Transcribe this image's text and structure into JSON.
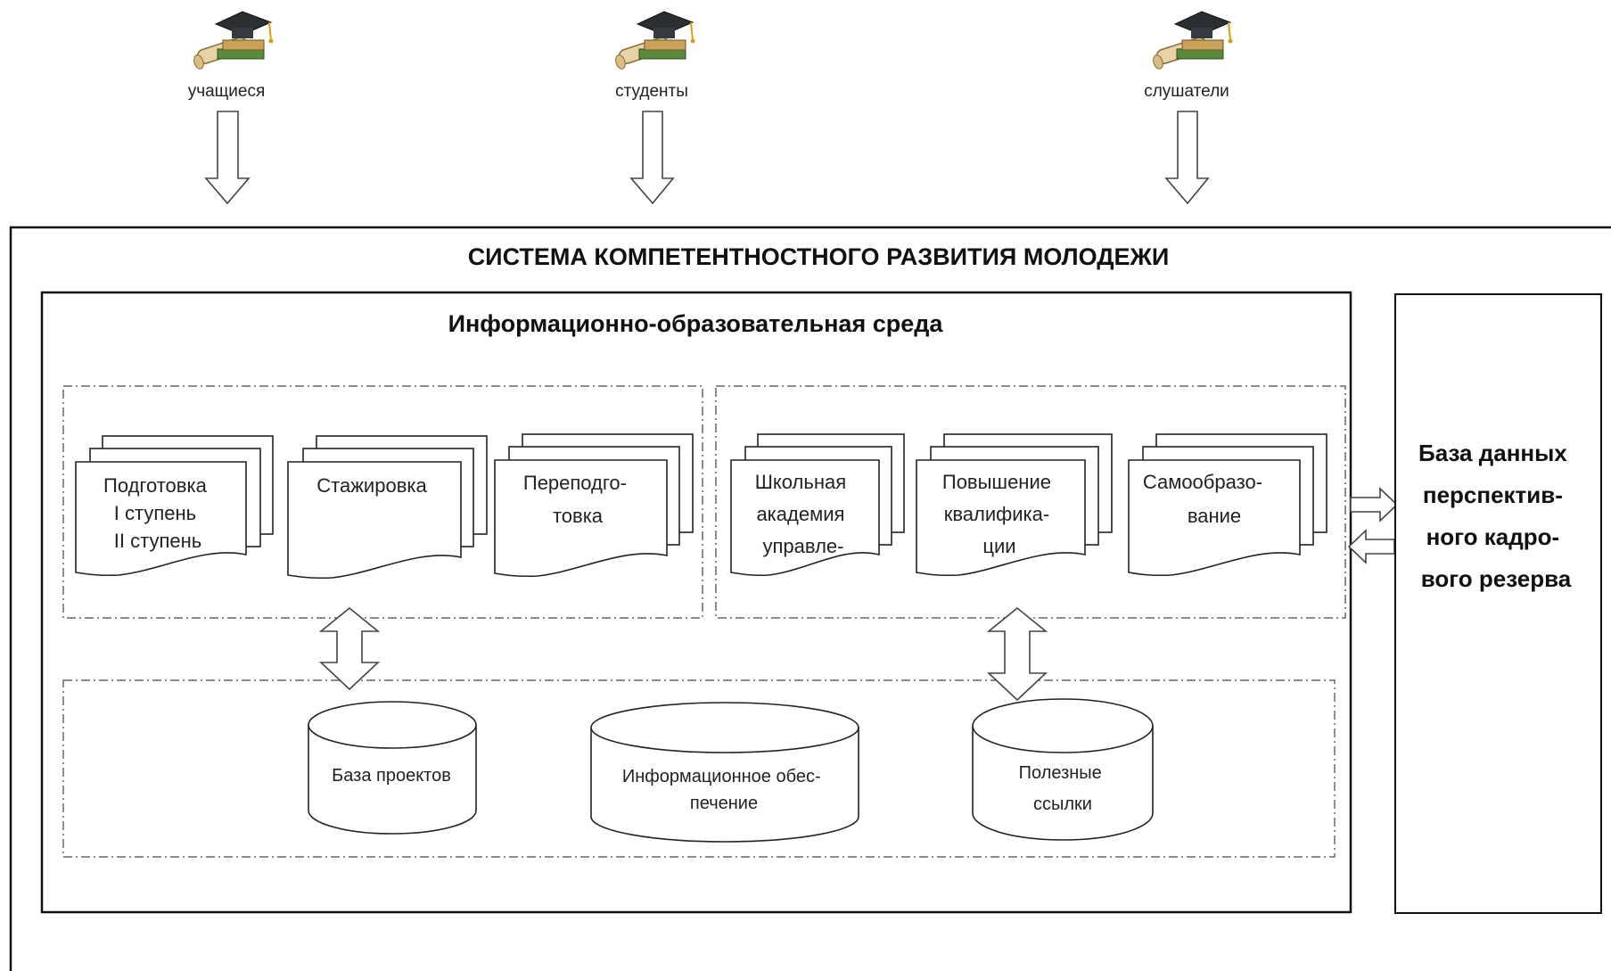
{
  "actors": [
    {
      "label": "учащиеся",
      "icon": "graduate-icon"
    },
    {
      "label": "студенты",
      "icon": "graduate-icon"
    },
    {
      "label": "слушатели",
      "icon": "graduate-icon"
    }
  ],
  "system": {
    "title": "СИСТЕМА КОМПЕТЕНТНОСТНОГО РАЗВИТИЯ МОЛОДЕЖИ",
    "environment": {
      "title": "Информационно-образовательная среда",
      "left_group": [
        {
          "lines": [
            "Подготовка",
            "I ступень",
            "II ступень"
          ]
        },
        {
          "lines": [
            "Стажировка"
          ]
        },
        {
          "lines": [
            "Переподго-",
            "товка"
          ]
        }
      ],
      "right_group": [
        {
          "lines": [
            "Школьная",
            "академия",
            "управле-"
          ]
        },
        {
          "lines": [
            "Повышение",
            "квалифика-",
            "ции"
          ]
        },
        {
          "lines": [
            "Самообразо-",
            "вание"
          ]
        }
      ],
      "databases": [
        {
          "lines": [
            "База проектов"
          ]
        },
        {
          "lines": [
            "Информационное обес-",
            "печение"
          ]
        },
        {
          "lines": [
            "Полезные",
            "ссылки"
          ]
        }
      ]
    },
    "reserve": {
      "lines": [
        "База данных",
        "перспектив-",
        "ного кадро-",
        "вого резерва"
      ]
    }
  }
}
